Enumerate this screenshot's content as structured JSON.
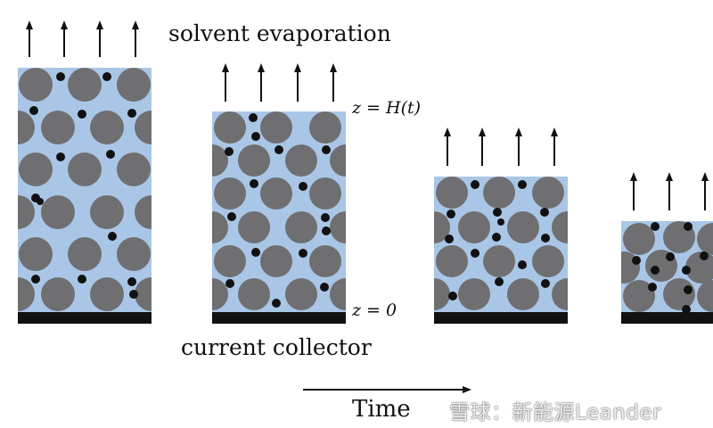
{
  "labels": {
    "title": "solvent evaporation",
    "top_surface": "z = H(t)",
    "bottom_surface": "z = 0",
    "collector": "current collector",
    "time": "Time"
  },
  "watermark": {
    "text": "雪球：新能源Leander",
    "icon": "snowball-logo-icon"
  },
  "stages": [
    {
      "name": "stage-1",
      "relative_height": 1.0
    },
    {
      "name": "stage-2",
      "relative_height": 0.81
    },
    {
      "name": "stage-3",
      "relative_height": 0.56
    },
    {
      "name": "stage-4",
      "relative_height": 0.37
    }
  ],
  "colors": {
    "electrolyte": "#a9c6e6",
    "particle": "#6f6f72",
    "binder": "#111111",
    "collector": "#111111",
    "arrow": "#111111"
  }
}
